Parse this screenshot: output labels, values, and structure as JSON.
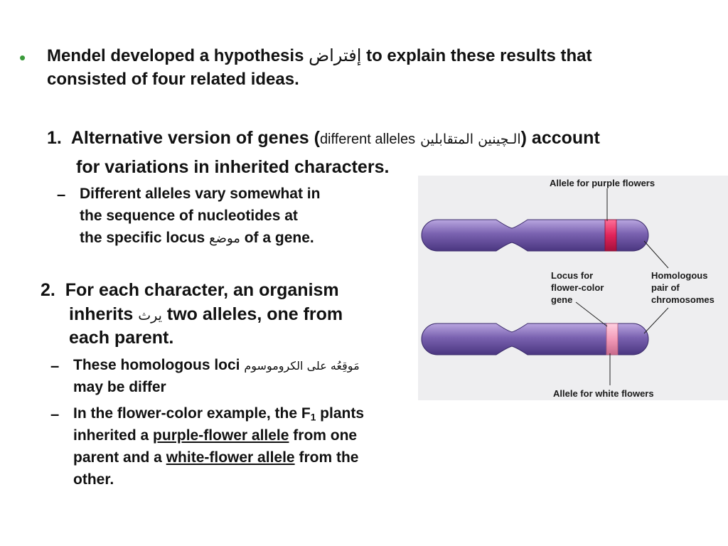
{
  "intro": {
    "bullet": "•",
    "line1_a": "Mendel developed a hypothesis",
    "line1_ar": "إفتراض",
    "line1_b": "to explain these results that",
    "line2": "consisted of four related ideas."
  },
  "idea1": {
    "num": "1.",
    "part_a": "Alternative version of genes",
    "paren_open": "(",
    "part_b": "different alleles",
    "part_ar": "الـچينين المتقابلين",
    "paren_close": ")",
    "part_c": "account",
    "line2": "for variations in inherited characters.",
    "sub_dash": "–",
    "sub_l1": "Different alleles vary somewhat in",
    "sub_l2": "the sequence of nucleotides at",
    "sub_l3_a": "the specific locus",
    "sub_l3_ar": "موضع",
    "sub_l3_b": "of a gene."
  },
  "idea2": {
    "num": "2.",
    "l1": "For each character, an organism",
    "l2_a": "inherits",
    "l2_ar": "يرث",
    "l2_b": "two alleles, one from",
    "l3": "each parent.",
    "s1_dash": "–",
    "s1_a": "These homologous loci",
    "s1_ar": "مَوقِعُه على الكروموسوم",
    "s1_l2": "may be differ",
    "s2_dash": "–",
    "s2_l1_a": "In the flower-color example, the F",
    "s2_l1_sub": "1",
    "s2_l1_b": "plants",
    "s2_l2_a": "inherited a",
    "s2_l2_u": "purple-flower allele",
    "s2_l2_b": "from one",
    "s2_l3_a": "parent and a",
    "s2_l3_u": "white-flower allele",
    "s2_l3_b": "from the",
    "s2_l4": "other."
  },
  "figure": {
    "label_purple": "Allele for purple flowers",
    "label_white": "Allele for white flowers",
    "label_locus_1": "Locus for",
    "label_locus_2": "flower-color",
    "label_locus_3": "gene",
    "label_pair_1": "Homologous",
    "label_pair_2": "pair of",
    "label_pair_3": "chromosomes",
    "colors": {
      "chromosome": "#7a62b0",
      "purple_band": "#e0245a",
      "white_band": "#f29ab8",
      "background": "#eeeef0"
    }
  }
}
